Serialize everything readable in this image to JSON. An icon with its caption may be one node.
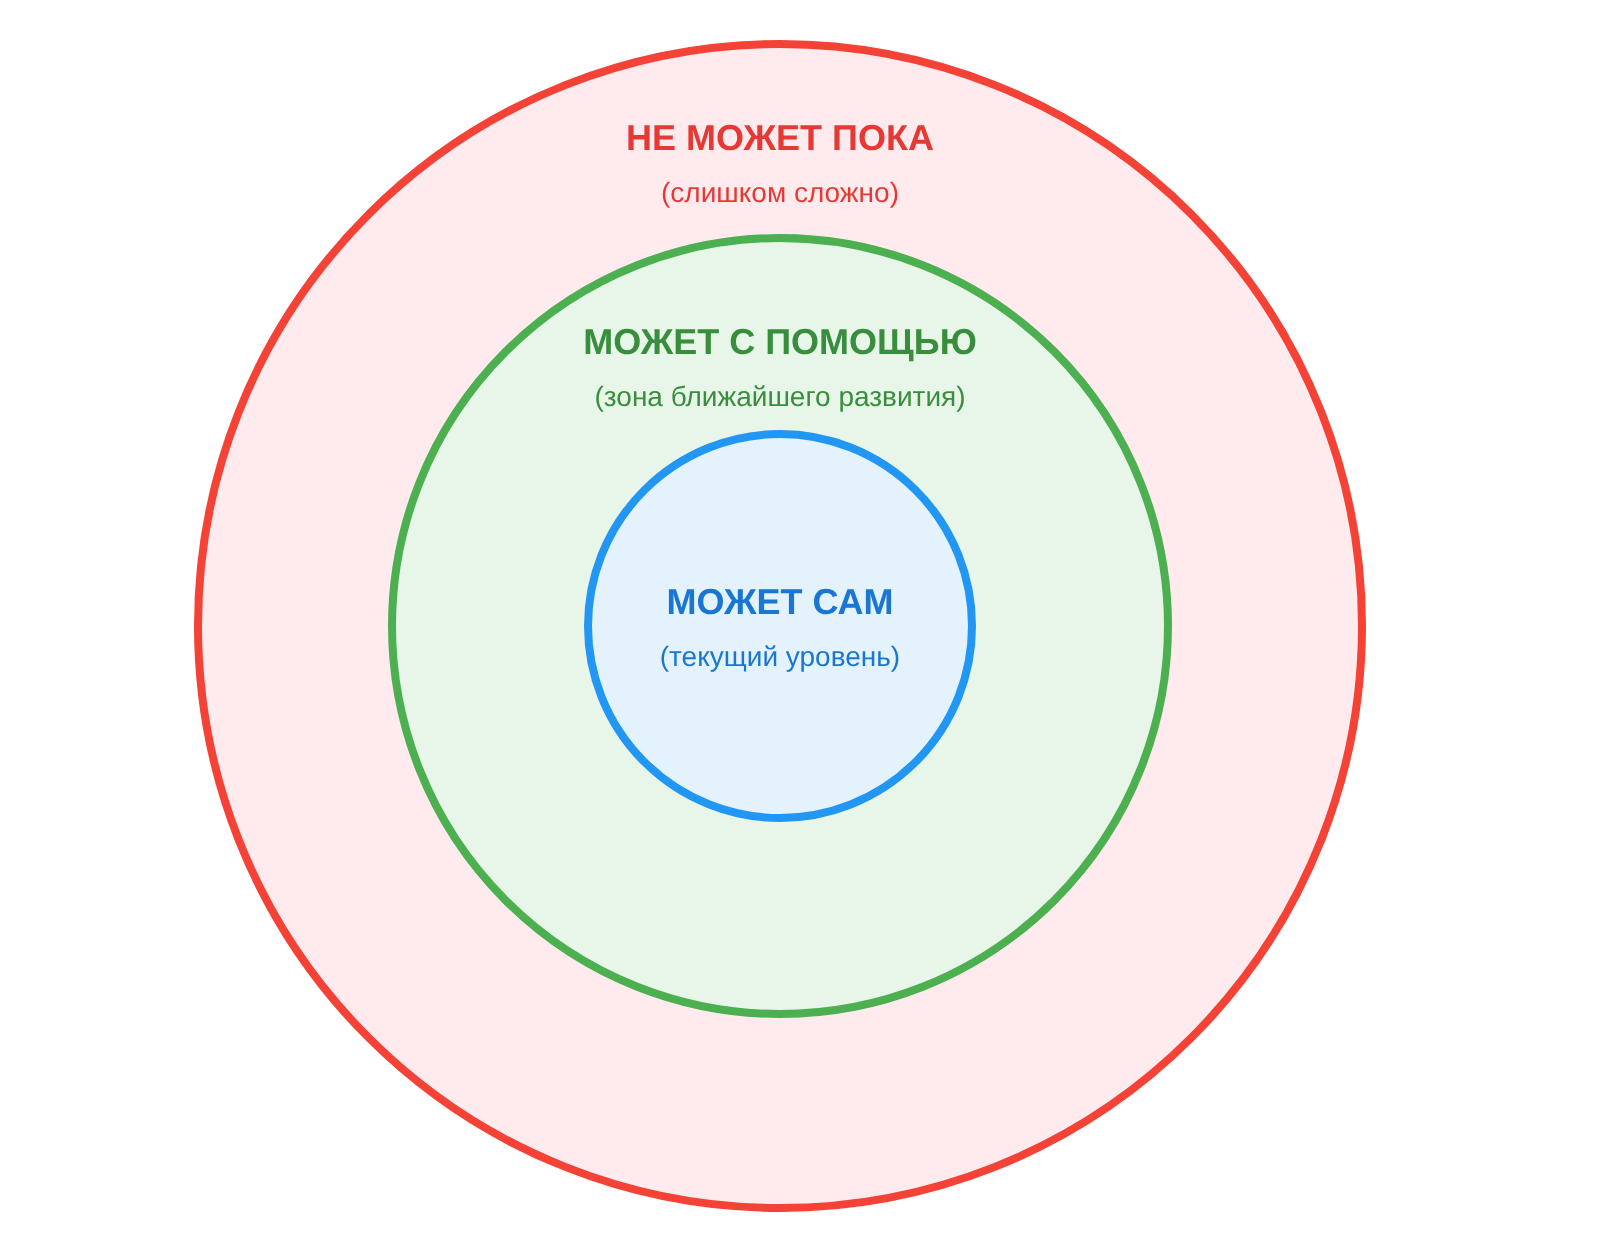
{
  "diagram": {
    "nodes": [
      {
        "text": [
          "НЕ МОЖЕТ ПОКА",
          "(слишком сложно)"
        ]
      },
      {
        "text": [
          "МОЖЕТ С ПОМОЩЬЮ",
          "(зона ближайшего развития)"
        ],
        "in": 0
      },
      {
        "text": [
          "МОЖЕТ САМ",
          "(текущий уровень)"
        ],
        "in": 1
      }
    ]
  }
}
